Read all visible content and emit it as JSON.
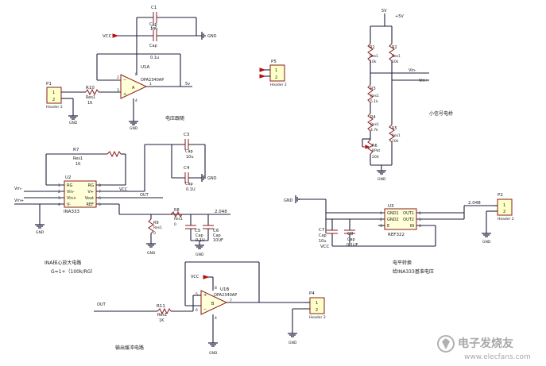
{
  "components": {
    "c1": {
      "ref": "C1",
      "type": "Cap",
      "value": "10u"
    },
    "c2": {
      "ref": "C2",
      "type": "Cap",
      "value": "0.1u"
    },
    "u1a": {
      "ref": "U1A",
      "part": "OPA2340AP",
      "unit": "A",
      "pins": {
        "inv": "2",
        "noninv": "3",
        "out": "1",
        "vplus": "8",
        "vminus": "4"
      }
    },
    "p1": {
      "ref": "P1",
      "type": "Header 2",
      "pins": [
        "1",
        "2"
      ]
    },
    "r10": {
      "ref": "R10",
      "type": "Res1",
      "value": "1K"
    },
    "p5": {
      "ref": "P5",
      "type": "Header 2",
      "pins": [
        "1",
        "2"
      ]
    },
    "r1": {
      "ref": "R1",
      "type": "Res1",
      "value": "10k"
    },
    "r2": {
      "ref": "R2",
      "type": "Res1",
      "value": "10k"
    },
    "r3": {
      "ref": "R3",
      "type": "Res1",
      "value": "5.1k"
    },
    "r4": {
      "ref": "R4",
      "type": "Res1",
      "value": "4.7k"
    },
    "r5": {
      "ref": "R5",
      "type": "Res1",
      "value": "10k"
    },
    "r6": {
      "ref": "R6",
      "type": "RPot",
      "value": "200"
    },
    "r7": {
      "ref": "R7",
      "type": "Res1",
      "value": "1K"
    },
    "u2": {
      "ref": "U2",
      "part": "INA333",
      "pins_left": [
        [
          "1",
          "RG"
        ],
        [
          "2",
          "Vin-"
        ],
        [
          "3",
          "Vin+"
        ],
        [
          "4",
          "V-"
        ]
      ],
      "pins_right": [
        [
          "8",
          "RG"
        ],
        [
          "7",
          "V+"
        ],
        [
          "6",
          "Vout"
        ],
        [
          "5",
          "REF"
        ]
      ]
    },
    "c3": {
      "ref": "C3",
      "type": "Cap",
      "value": "10u"
    },
    "c4": {
      "ref": "C4",
      "type": "Cap",
      "value": "0.1U"
    },
    "r9": {
      "ref": "R9",
      "type": "Res1",
      "value": "0"
    },
    "r8": {
      "ref": "R8",
      "type": "Res1",
      "value": "0"
    },
    "c5": {
      "ref": "C5",
      "type": "Cap",
      "value": "0.1U"
    },
    "c6": {
      "ref": "C6",
      "type": "Cap",
      "value": "10UF"
    },
    "u3": {
      "ref": "U3",
      "part": "REF322",
      "pins_left": [
        [
          "1",
          "GND1"
        ],
        [
          "2",
          "GND2"
        ],
        [
          "3",
          "E"
        ]
      ],
      "pins_right": [
        [
          "6",
          "OUT1"
        ],
        [
          "5",
          "OUT2"
        ],
        [
          "4",
          "IN"
        ]
      ]
    },
    "p2": {
      "ref": "P2",
      "type": "Header 2",
      "pins": [
        "1",
        "2"
      ]
    },
    "c7": {
      "ref": "C7",
      "type": "Cap",
      "value": "10u"
    },
    "c8": {
      "ref": "C8",
      "type": "Cap",
      "value": "0.1UF"
    },
    "u1b": {
      "ref": "U1B",
      "part": "OPA2340AP",
      "unit": "B",
      "pins": {
        "noninv": "5",
        "inv": "6",
        "out": "7",
        "vplus": "8",
        "vminus": "4"
      }
    },
    "r11": {
      "ref": "R11",
      "type": "Res1",
      "value": "1K"
    },
    "p4": {
      "ref": "P4",
      "type": "Header 2",
      "pins": [
        "1",
        "2"
      ]
    }
  },
  "nets": {
    "vcc": "VCC",
    "gnd": "GND",
    "plus5": "+5V",
    "plus5_short": "5V",
    "vin_minus": "Vin-",
    "vin_plus": "Vin+",
    "out": "OUT",
    "ref2048": "2.048",
    "n5v": "5v"
  },
  "annotations": {
    "follower": "电压跟随",
    "bridge": "小信号电桥",
    "ina_amp": "INA核心放大电路",
    "gain": "G=1+（100k/RG）",
    "level_shift_1": "电平转换",
    "level_shift_2": "给INA333基准电压",
    "output_buffer": "输出缓冲电路"
  },
  "watermark": {
    "site": "电子发烧友",
    "url": "www.elecfans.com"
  }
}
